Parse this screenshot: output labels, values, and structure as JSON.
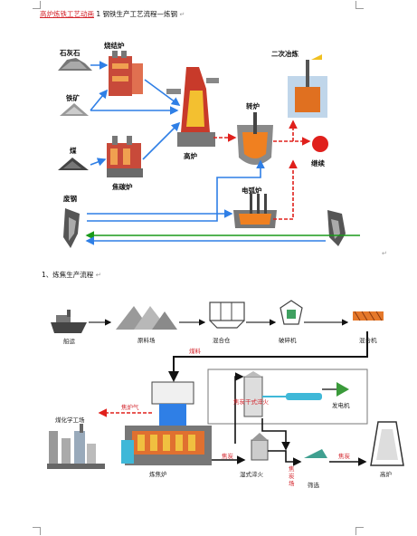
{
  "header": {
    "link_text": "高炉炼铁工艺动画",
    "title_rest": "1 钢铁生产工艺流程—炼钢",
    "end_mark": "↵"
  },
  "diagram1": {
    "limestone": "石灰石",
    "sinter_furnace": "烧结炉",
    "iron_ore": "铁矿",
    "coal": "煤",
    "coke_oven": "焦碳炉",
    "blast_furnace": "高炉",
    "converter": "转炉",
    "secondary_refining": "二次冶炼",
    "continuous_casting": "继续",
    "electric_arc_furnace": "电弧炉",
    "scrap_steel": "废钢",
    "end_mark": "↵"
  },
  "section2": {
    "title": "1、炼焦生产流程",
    "end_mark": "↵"
  },
  "diagram2": {
    "shipping": "船运",
    "raw_yard": "原料场",
    "coal_blend": "煤料",
    "blending_bin": "混合仓",
    "crusher": "破碎机",
    "mixer": "混合机",
    "coke_dry_quench": "焦炭干式淬火",
    "generator": "发电机",
    "coke_oven_gas": "焦炉气",
    "coal_chem_plant": "煤化学工场",
    "coke_oven": "炼焦炉",
    "coke1": "焦炭",
    "wet_quench": "湿式淬火",
    "coke_yard": "焦炭场",
    "screening": "筛选",
    "coke2": "焦炭",
    "blast_furnace": "高炉"
  },
  "colors": {
    "blue_arrow": "#2f7fe6",
    "red_arrow": "#e0201c",
    "green_arrow": "#1a9a1a",
    "orange": "#e5782a",
    "cyan": "#3fb8d8"
  }
}
